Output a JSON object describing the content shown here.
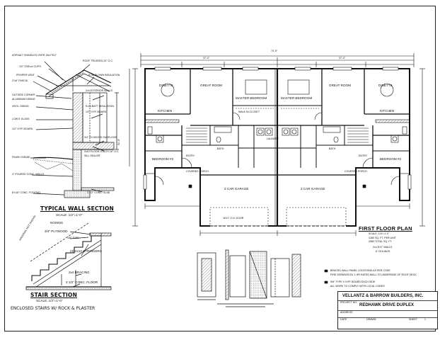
{
  "sheet": {
    "wall_section": {
      "title": "TYPICAL WALL SECTION",
      "scale": "SCALE: 1/2\"=1'-0\"",
      "notes_left": [
        "ASPHALT SHINGLES OVER 15# FELT",
        "1/2\" OSB w/ CLIPS",
        "PROPER VENT",
        "2\"x6\" FASCIA",
        "OUTSIDE CORNER",
        "ALUMINUM SIDING",
        "VINYL SIDING",
        "LOW E GLASS",
        "1/2\" GYP. BOARD",
        "FINISH GRADE",
        "4\" POURED CONC. WALLS",
        "8\"x16\" CONC. FOOTING"
      ],
      "notes_right": [
        "ROOF TRUSSES 24\" O.C.",
        "R-38 BLOWN INSULATION",
        "2x4 EXTERIOR WALLS",
        "R-13 BATT INSULATION",
        "1/2\" GYP. BOARD",
        "3/4\" PLYWOOD SUBFLOOR",
        "2x10 FLOOR JOISTS 16\" O.C.",
        "SILL SEALER",
        "3 1/2\" CONC. SLAB"
      ]
    },
    "stair_section": {
      "title": "STAIR SECTION",
      "scale": "SCALE: 1/2\"=1'-0\"",
      "subtitle": "ENCLOSED STAIRS W/ ROCK & PLASTER",
      "notes": [
        "NOSING",
        "3/4\" PLYWOOD",
        "(3) 2x12 STRINGERS",
        "HANDRAIL NOT SHOWN",
        "2x4 BRACING",
        "3 1/2\" CONC. FLOOR",
        "1/8\" TYPE"
      ]
    },
    "floor_plan": {
      "title": "FIRST FLOOR PLAN",
      "scale": "SCALE: 1/4\"=1'-0\"",
      "area_lines": [
        "1280 SQ. FT. PER UNIT",
        "2560 TOTAL SQ. FT."
      ],
      "wall_note": "2x4 EXT. WALLS",
      "ceiling_note": "8' CEILINGS",
      "rooms": {
        "dinette_left": "DINETTE",
        "great_room_left": "GREAT ROOM",
        "master_bedroom_left": "MASTER BEDROOM",
        "master_bedroom_right": "MASTER BEDROOM",
        "great_room_right": "GREAT ROOM",
        "dinette_right": "DINETTE",
        "kitchen_left": "KITCHEN",
        "kitchen_right": "KITCHEN",
        "bedroom_left": "BEDROOM #2",
        "bedroom_right": "BEDROOM #2",
        "garage_left": "2 CAR GARAGE",
        "garage_right": "2 CAR GARAGE",
        "covered_porch_left": "COVERED PORCH",
        "covered_porch_right": "COVERED PORCH",
        "bath_left": "BATH",
        "bath_right": "BATH",
        "laundry": "LAUNDRY",
        "walk_in_closet": "WALK IN CLOSET",
        "entry_left": "ENTRY",
        "entry_right": "ENTRY"
      },
      "dims": {
        "overall_top": "74'-0\"",
        "half_left": "37'-0\"",
        "half_right": "37'-0\"",
        "depth": "51'-0\"",
        "garage_door": "16'x7' O.H. DOOR"
      }
    },
    "detail_notes": [
      "BRACED WALL PANEL LOCATIONS AS PER CODE",
      "FIRE SEPARATION: 1 HR RATED WALL TO UNDERSIDE OF ROOF DECK",
      "5/8\" TYPE X GYP. BOARD EACH SIDE",
      "ALL WORK TO COMPLY WITH LOCAL CODES"
    ],
    "title_block": {
      "company": "VELLANTZ & BARROW BUILDERS, INC.",
      "project_label": "PROJECT NO.",
      "project": "REDHAWK DRIVE DUPLEX",
      "address_label": "ADDRESS",
      "date_label": "DATE",
      "drawn_label": "DRAWN",
      "sheet_label": "SHEET",
      "sheet_no": "1"
    }
  }
}
